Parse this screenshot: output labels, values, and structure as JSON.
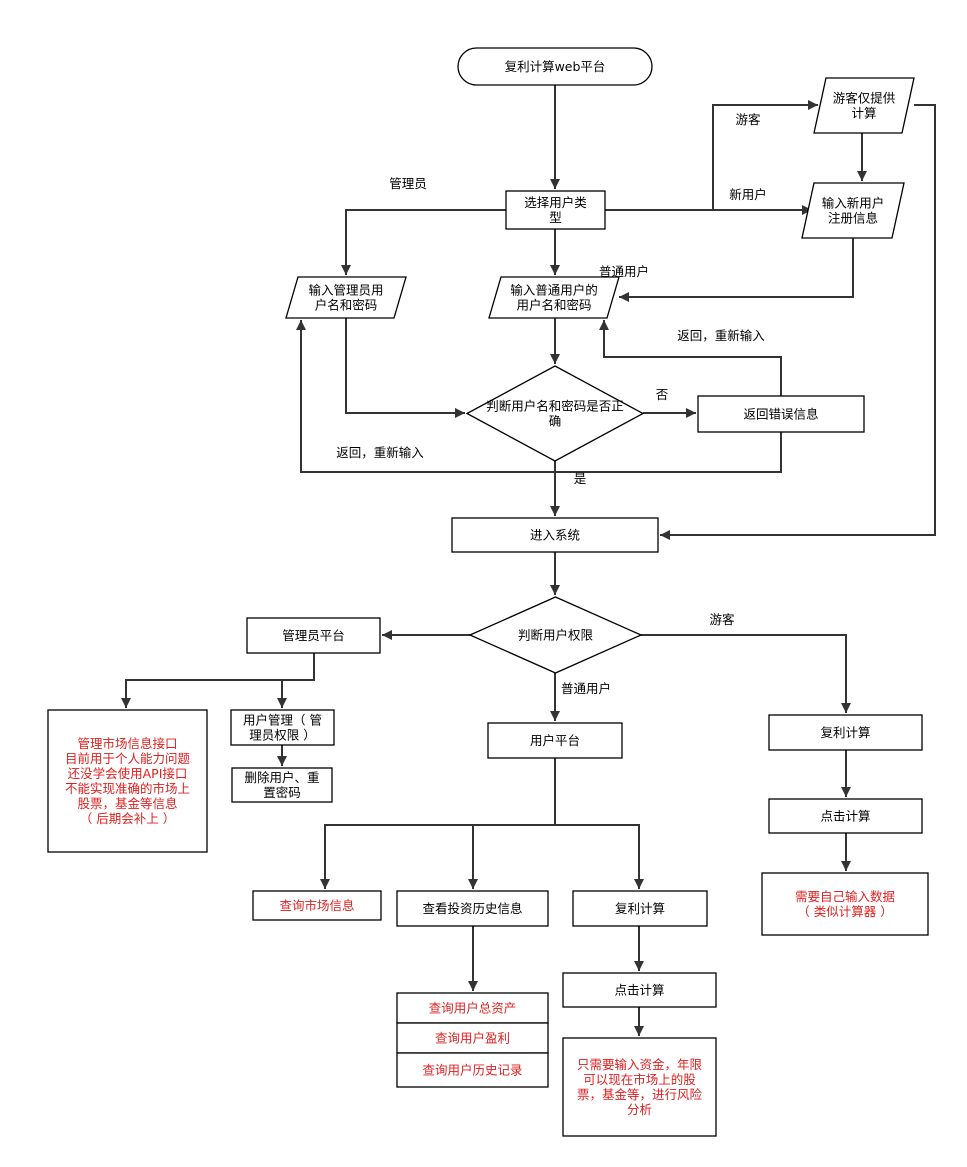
{
  "colors": {
    "line": "#333333",
    "border": "#000000",
    "note_text": "#e02020",
    "text": "#000000"
  },
  "nodes": {
    "start": [
      "复利计算web平台"
    ],
    "select_type": [
      "选择用户类",
      "型"
    ],
    "guest_calc_only": [
      "游客仅提供",
      "计算"
    ],
    "new_user_reg": [
      "输入新用户",
      "注册信息"
    ],
    "admin_login": [
      "输入管理员用",
      "户名和密码"
    ],
    "user_login": [
      "输入普通用户的",
      "用户名和密码"
    ],
    "check_credentials": [
      "判断用户名和密码是否正",
      "确"
    ],
    "error_info": [
      "返回错误信息"
    ],
    "enter_system": [
      "进入系统"
    ],
    "check_permission": [
      "判断用户权限"
    ],
    "admin_platform": [
      "管理员平台"
    ],
    "admin_note": [
      "管理市场信息接口",
      "目前用于个人能力问题",
      "还没学会使用API接口",
      "不能实现准确的市场上",
      "股票，基金等信息",
      "（ 后期会补上 ）"
    ],
    "user_mgmt": [
      "用户管理（ 管",
      "理员权限 ）"
    ],
    "delete_reset": [
      "删除用户、重",
      "置密码"
    ],
    "user_platform": [
      "用户平台"
    ],
    "query_market": [
      "查询市场信息"
    ],
    "invest_history": [
      "查看投资历史信息"
    ],
    "user_compound": [
      "复利计算"
    ],
    "user_click_calc": [
      "点击计算"
    ],
    "user_calc_note": [
      "只需要输入资金，年限",
      "可以现在市场上的股",
      "票，基金等，进行风险",
      "分析"
    ],
    "total_assets": [
      "查询用户总资产"
    ],
    "profit": [
      "查询用户盈利"
    ],
    "history_records": [
      "查询用户历史记录"
    ],
    "guest_compound": [
      "复利计算"
    ],
    "guest_click_calc": [
      "点击计算"
    ],
    "guest_note": [
      "需要自己输入数据",
      "（ 类似计算器 ）"
    ]
  },
  "edge_labels": {
    "admin": "管理员",
    "guest_top": "游客",
    "new_user": "新用户",
    "normal_user_top": "普通用户",
    "return_retry_right": "返回，重新输入",
    "no": "否",
    "return_retry_left": "返回，重新输入",
    "yes": "是",
    "guest_bottom": "游客",
    "normal_user_bottom": "普通用户"
  }
}
